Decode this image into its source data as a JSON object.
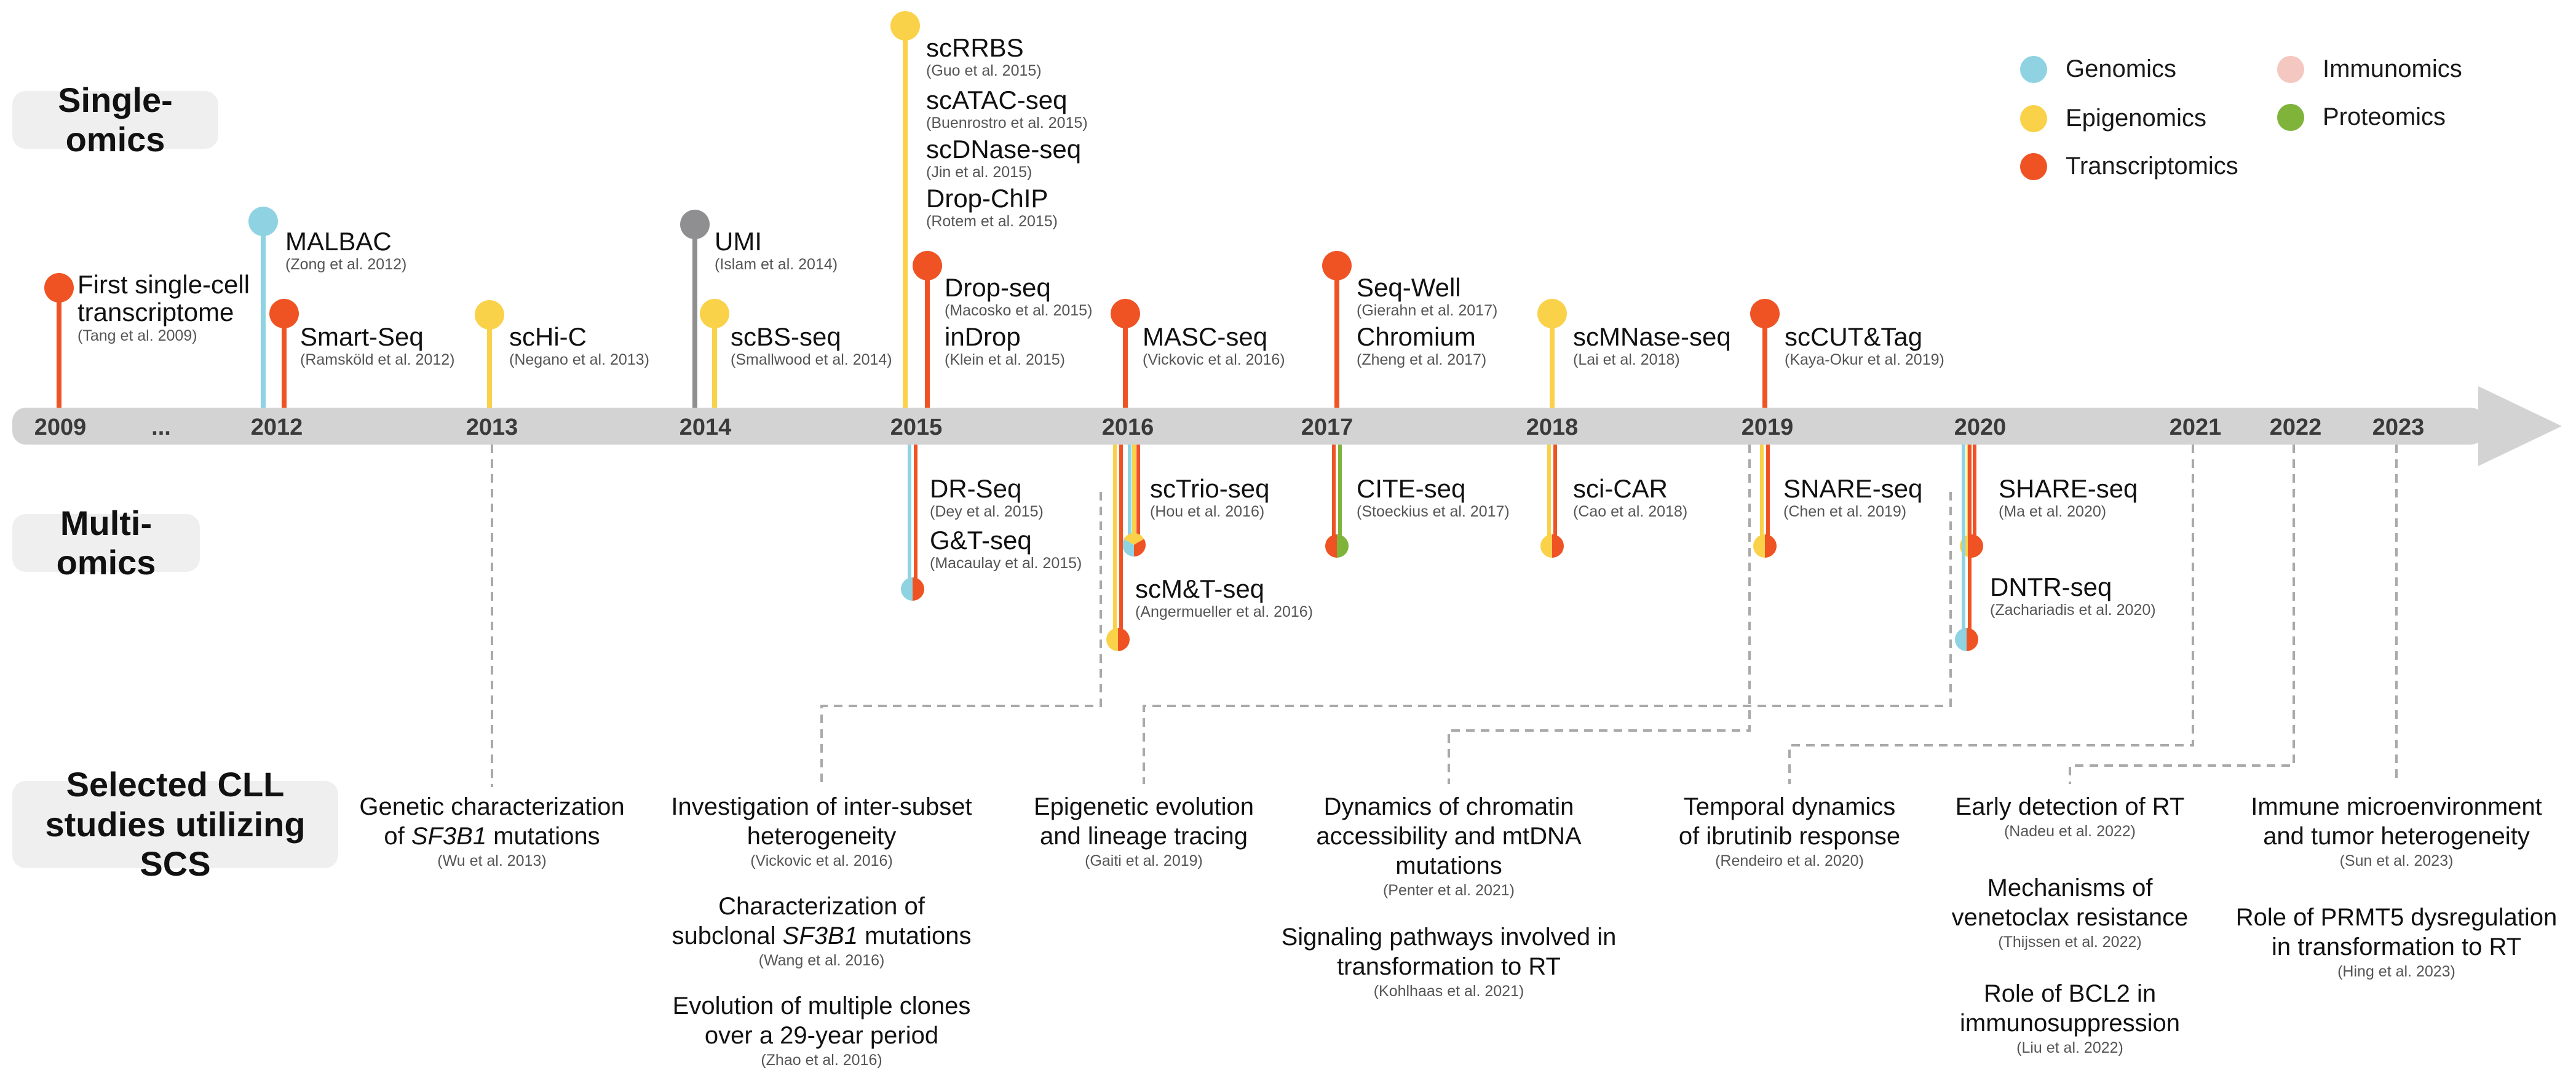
{
  "section_labels": {
    "single": "Single-omics",
    "multi": "Multi-omics",
    "studies": "Selected CLL studies utilizing SCS"
  },
  "colors": {
    "genomics": "#8fd3e2",
    "epigenomics": "#f9d24a",
    "transcriptomics": "#ef5324",
    "immunomics": "#f4c7c0",
    "proteomics": "#7fb33a",
    "other": "#8f8f91",
    "axis": "#d3d3d3"
  },
  "legend": [
    {
      "label": "Genomics",
      "category": "genomics"
    },
    {
      "label": "Epigenomics",
      "category": "epigenomics"
    },
    {
      "label": "Transcriptomics",
      "category": "transcriptomics"
    },
    {
      "label": "Immunomics",
      "category": "immunomics"
    },
    {
      "label": "Proteomics",
      "category": "proteomics"
    }
  ],
  "years": [
    "2009",
    "...",
    "2012",
    "2013",
    "2014",
    "2015",
    "2016",
    "2017",
    "2018",
    "2019",
    "2020",
    "2021",
    "2022",
    "2023"
  ],
  "single_omics": [
    {
      "name": "First single-cell transcriptome",
      "citation": "(Tang et al. 2009)",
      "category": "transcriptomics"
    },
    {
      "name": "MALBAC",
      "citation": "(Zong et al. 2012)",
      "category": "genomics"
    },
    {
      "name": "Smart-Seq",
      "citation": "(Ramsköld et al. 2012)",
      "category": "transcriptomics"
    },
    {
      "name": "scHi-C",
      "citation": "(Negano et al. 2013)",
      "category": "epigenomics"
    },
    {
      "name": "UMI",
      "citation": "(Islam et al. 2014)",
      "category": "other"
    },
    {
      "name": "scBS-seq",
      "citation": "(Smallwood et al. 2014)",
      "category": "epigenomics"
    },
    {
      "name": "scRRBS",
      "citation": "(Guo et al. 2015)",
      "category": "epigenomics"
    },
    {
      "name": "scATAC-seq",
      "citation": "(Buenrostro et al. 2015)",
      "category": "epigenomics"
    },
    {
      "name": "scDNase-seq",
      "citation": "(Jin et al. 2015)",
      "category": "epigenomics"
    },
    {
      "name": "Drop-ChIP",
      "citation": "(Rotem et al. 2015)",
      "category": "epigenomics"
    },
    {
      "name": "Drop-seq",
      "citation": "(Macosko et al. 2015)",
      "category": "transcriptomics"
    },
    {
      "name": "inDrop",
      "citation": "(Klein et al. 2015)",
      "category": "transcriptomics"
    },
    {
      "name": "MASC-seq",
      "citation": "(Vickovic et al. 2016)",
      "category": "transcriptomics"
    },
    {
      "name": "Seq-Well",
      "citation": "(Gierahn et al. 2017)",
      "category": "transcriptomics"
    },
    {
      "name": "Chromium",
      "citation": "(Zheng et al. 2017)",
      "category": "transcriptomics"
    },
    {
      "name": "scMNase-seq",
      "citation": "(Lai et al. 2018)",
      "category": "epigenomics"
    },
    {
      "name": "scCUT&Tag",
      "citation": "(Kaya-Okur et al. 2019)",
      "category": "transcriptomics"
    }
  ],
  "multi_omics": [
    {
      "name": "DR-Seq",
      "citation": "(Dey et al. 2015)",
      "categories": [
        "genomics",
        "transcriptomics"
      ]
    },
    {
      "name": "G&T-seq",
      "citation": "(Macaulay et al. 2015)",
      "categories": [
        "genomics",
        "transcriptomics"
      ]
    },
    {
      "name": "scTrio-seq",
      "citation": "(Hou et al. 2016)",
      "categories": [
        "genomics",
        "epigenomics",
        "transcriptomics"
      ]
    },
    {
      "name": "scM&T-seq",
      "citation": "(Angermueller et al. 2016)",
      "categories": [
        "epigenomics",
        "transcriptomics"
      ]
    },
    {
      "name": "CITE-seq",
      "citation": "(Stoeckius et al. 2017)",
      "categories": [
        "transcriptomics",
        "proteomics"
      ]
    },
    {
      "name": "sci-CAR",
      "citation": "(Cao et al. 2018)",
      "categories": [
        "epigenomics",
        "transcriptomics"
      ]
    },
    {
      "name": "SNARE-seq",
      "citation": "(Chen et al. 2019)",
      "categories": [
        "epigenomics",
        "transcriptomics"
      ]
    },
    {
      "name": "SHARE-seq",
      "citation": "(Ma et al. 2020)",
      "categories": [
        "epigenomics",
        "transcriptomics"
      ]
    },
    {
      "name": "DNTR-seq",
      "citation": "(Zachariadis et al. 2020)",
      "categories": [
        "genomics",
        "transcriptomics"
      ]
    }
  ],
  "studies": [
    {
      "text": [
        "Genetic characterization",
        "of |SF3B1| mutations"
      ],
      "citation": "(Wu et al. 2013)"
    },
    {
      "text": [
        "Investigation of inter-subset",
        "heterogeneity"
      ],
      "citation": "(Vickovic et al. 2016)"
    },
    {
      "text": [
        "Characterization of",
        "subclonal |SF3B1| mutations"
      ],
      "citation": "(Wang et al. 2016)"
    },
    {
      "text": [
        "Evolution of multiple clones",
        "over a 29-year period"
      ],
      "citation": "(Zhao et al. 2016)"
    },
    {
      "text": [
        "Epigenetic evolution",
        "and lineage tracing"
      ],
      "citation": "(Gaiti et al. 2019)"
    },
    {
      "text": [
        "Dynamics of chromatin",
        "accessibility and mtDNA",
        "mutations"
      ],
      "citation": "(Penter et al. 2021)"
    },
    {
      "text": [
        "Signaling pathways involved in",
        "transformation to RT"
      ],
      "citation": "(Kohlhaas et al. 2021)"
    },
    {
      "text": [
        "Temporal dynamics",
        "of ibrutinib response"
      ],
      "citation": "(Rendeiro et al. 2020)"
    },
    {
      "text": [
        "Early detection of RT"
      ],
      "citation": "(Nadeu et al. 2022)"
    },
    {
      "text": [
        "Mechanisms of",
        "venetoclax resistance"
      ],
      "citation": "(Thijssen et al. 2022)"
    },
    {
      "text": [
        "Role of BCL2 in",
        "immunosuppression"
      ],
      "citation": "(Liu et al. 2022)"
    },
    {
      "text": [
        "Immune microenvironment",
        "and tumor heterogeneity"
      ],
      "citation": "(Sun et al. 2023)"
    },
    {
      "text": [
        "Role of PRMT5 dysregulation",
        "in transformation to RT"
      ],
      "citation": "(Hing et al. 2023)"
    }
  ]
}
